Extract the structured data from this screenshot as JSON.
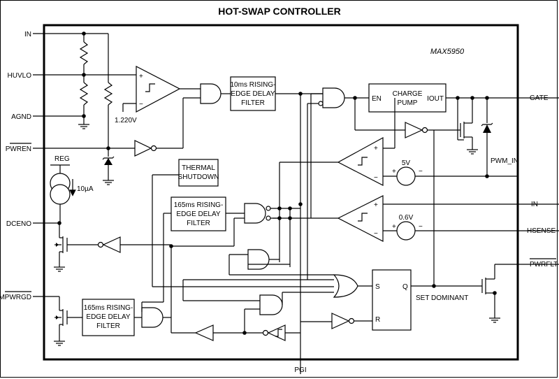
{
  "title": "HOT-SWAP CONTROLLER",
  "part_number": "MAX5950",
  "pins": {
    "in_left": "IN",
    "huvlo": "HUVLO",
    "agnd": "AGND",
    "pwren": "PWREN",
    "dceno": "DCENO",
    "mpwrgd": "MPWRGD",
    "gate": "GATE",
    "pwm_in": "PWM_IN",
    "in_right": "IN",
    "hsense": "HSENSE",
    "pwrflt": "PWRFLT",
    "pgi": "PGI"
  },
  "blocks": {
    "delay_10ms": [
      "10ms RISING-",
      "EDGE DELAY",
      "FILTER"
    ],
    "charge_pump": [
      "CHARGE",
      "PUMP"
    ],
    "charge_pump_en": "EN",
    "charge_pump_iout": "IOUT",
    "thermal": [
      "THERMAL",
      "SHUTDOWN"
    ],
    "delay_165ms_top": [
      "165ms RISING-",
      "EDGE DELAY",
      "FILTER"
    ],
    "delay_165ms_bottom": [
      "165ms RISING-",
      "EDGE DELAY",
      "FILTER"
    ],
    "reg": "REG",
    "latch_s": "S",
    "latch_q": "Q",
    "latch_r": "R"
  },
  "labels": {
    "vref_1220": "1.220V",
    "v5": "5V",
    "v06": "0.6V",
    "current_10ua": "10µA",
    "set_dominant": "SET DOMINANT",
    "plus": "+",
    "minus": "−"
  }
}
